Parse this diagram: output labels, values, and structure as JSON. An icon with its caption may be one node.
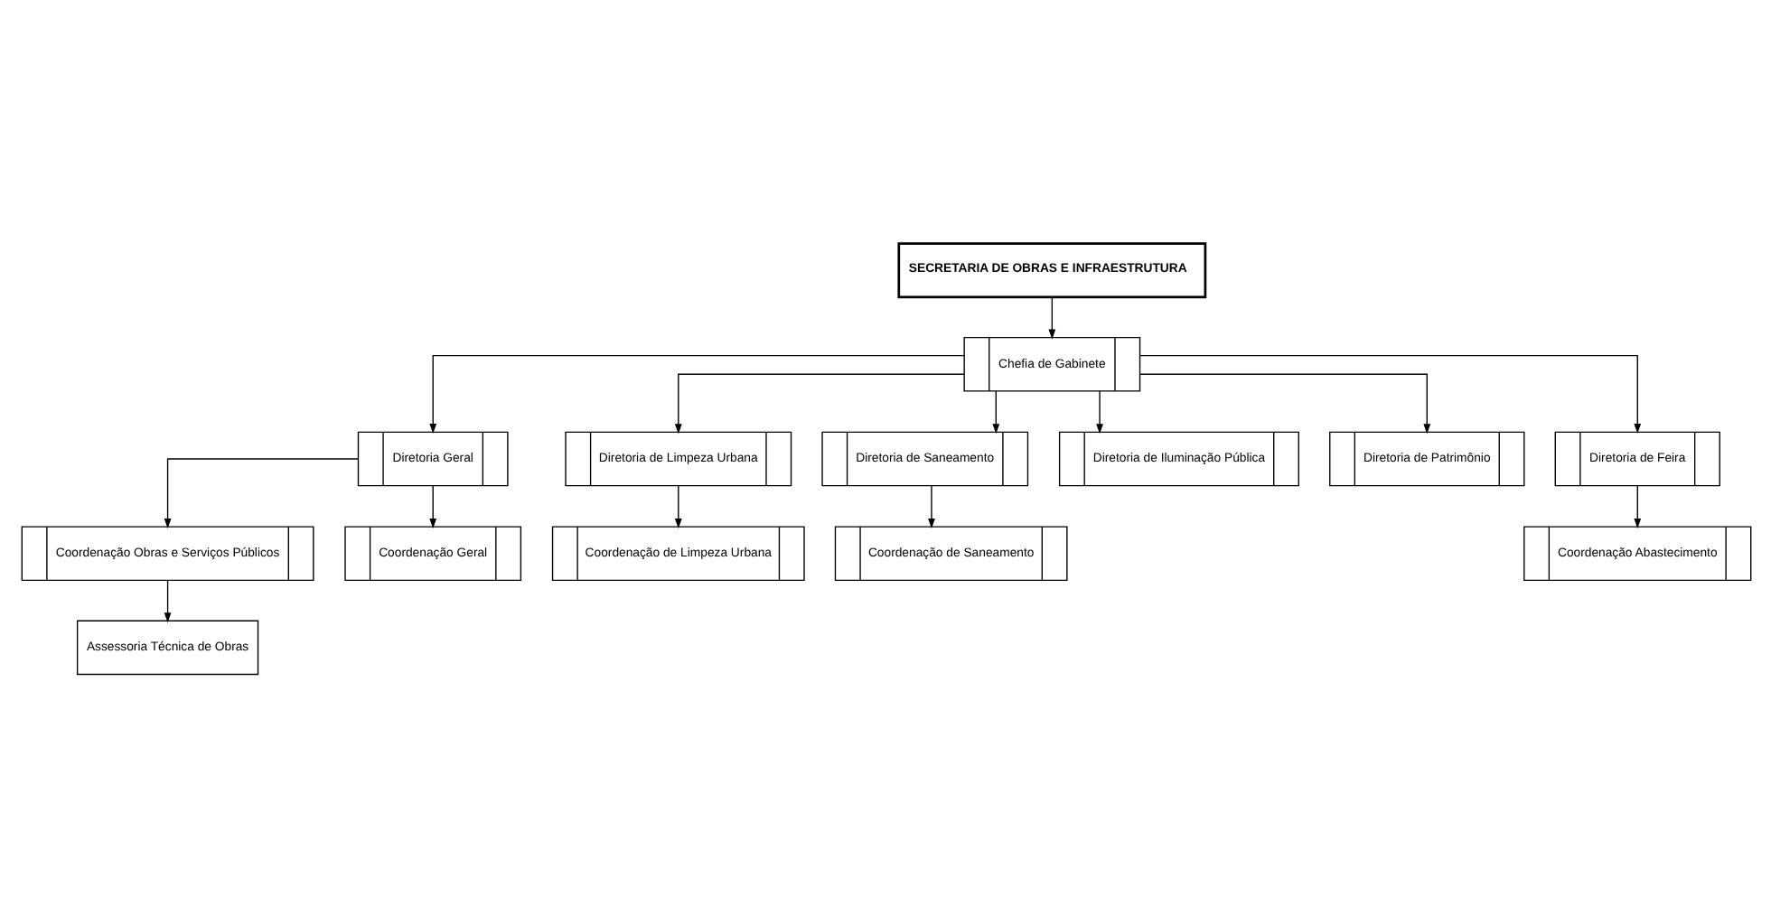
{
  "diagram": {
    "nodes": [
      {
        "text": [
          "SECRETARIA DE OBRAS E INFRAESTRUTURA"
        ]
      },
      {
        "text": [
          "Chefia de Gabinete"
        ]
      },
      {
        "text": [
          "Diretoria Geral"
        ]
      },
      {
        "text": [
          "Diretoria de Limpeza Urbana"
        ]
      },
      {
        "text": [
          "Diretoria de Saneamento"
        ]
      },
      {
        "text": [
          "Diretoria de Iluminação Pública"
        ]
      },
      {
        "text": [
          "Diretoria de Patrimônio"
        ]
      },
      {
        "text": [
          "Diretoria de Feira"
        ]
      },
      {
        "text": [
          "Coordenação Obras e Serviços Públicos"
        ]
      },
      {
        "text": [
          "Coordenação Geral"
        ]
      },
      {
        "text": [
          "Coordenação de Limpeza Urbana"
        ]
      },
      {
        "text": [
          "Coordenação de Saneamento"
        ]
      },
      {
        "text": [
          "Coordenação Abastecimento"
        ]
      },
      {
        "text": [
          "Assessoria Técnica de Obras"
        ]
      }
    ],
    "edges": [
      {
        "from": 0,
        "to": 1,
        "arrow": "to"
      },
      {
        "from": 1,
        "to": 2,
        "arrow": "to"
      },
      {
        "from": 1,
        "to": 3,
        "arrow": "to"
      },
      {
        "from": 1,
        "to": 4,
        "arrow": "to"
      },
      {
        "from": 1,
        "to": 5,
        "arrow": "to"
      },
      {
        "from": 1,
        "to": 6,
        "arrow": "to"
      },
      {
        "from": 1,
        "to": 7,
        "arrow": "to"
      },
      {
        "from": 2,
        "to": 8,
        "arrow": "to"
      },
      {
        "from": 2,
        "to": 9,
        "arrow": "to"
      },
      {
        "from": 3,
        "to": 10,
        "arrow": "to"
      },
      {
        "from": 4,
        "to": 11,
        "arrow": "to"
      },
      {
        "from": 7,
        "to": 12,
        "arrow": "to"
      },
      {
        "from": 8,
        "to": 13,
        "arrow": "to"
      }
    ]
  }
}
